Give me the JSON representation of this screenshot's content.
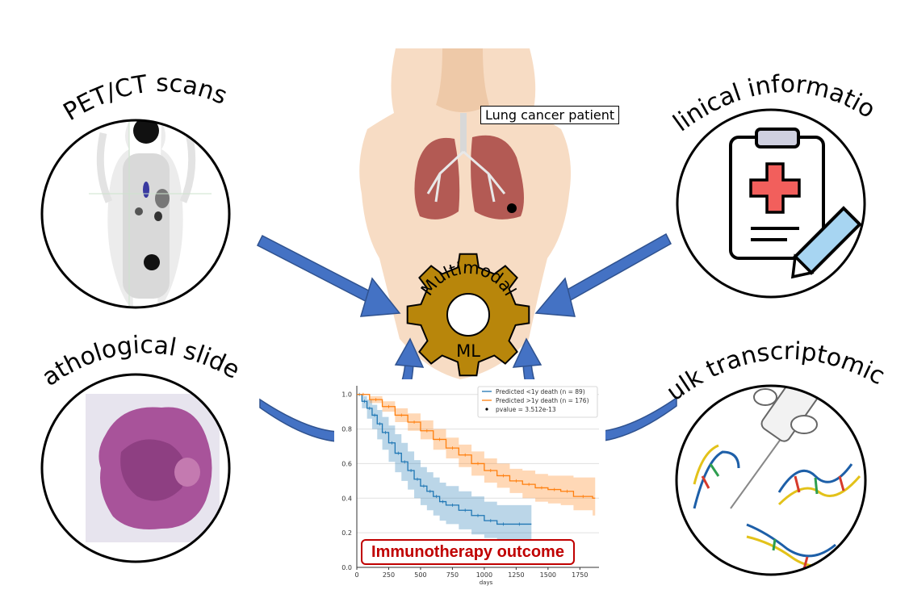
{
  "labels": {
    "pet": "PET/CT scans",
    "clinical": "Clinical information",
    "pathology": "Pathological slides",
    "bulk": "Bulk transcriptomics",
    "patient": "Lung cancer patient",
    "gear_top": "Multimodal",
    "gear_bottom": "ML",
    "outcome": "Immunotherapy outcome"
  },
  "colors": {
    "arrow": "#4472c4",
    "gear": "#b8860b",
    "outcome_border": "#c00000",
    "km_low": "#1f77b4",
    "km_high": "#ff7f0e"
  },
  "chart_data": {
    "type": "line",
    "xlabel": "days",
    "ylabel": "",
    "xlim": [
      0,
      1900
    ],
    "ylim": [
      0,
      1.05
    ],
    "x_ticks": [
      0,
      250,
      500,
      750,
      1000,
      1250,
      1500,
      1750
    ],
    "y_ticks": [
      "0.0",
      "0.2",
      "0.4",
      "0.6",
      "0.8",
      "1.0"
    ],
    "grid": true,
    "legend_position": "top-right",
    "legend": [
      "Predicted <1y death (n = 89)",
      "Predicted >1y death (n = 176)",
      "pvalue = 3.512e-13"
    ],
    "series": [
      {
        "name": "Predicted <1y death (n = 89)",
        "x": [
          0,
          40,
          80,
          120,
          160,
          200,
          250,
          300,
          350,
          400,
          450,
          500,
          550,
          600,
          650,
          700,
          800,
          900,
          1000,
          1100,
          1200,
          1350
        ],
        "y": [
          1.0,
          0.96,
          0.92,
          0.88,
          0.83,
          0.78,
          0.72,
          0.66,
          0.61,
          0.56,
          0.51,
          0.47,
          0.44,
          0.41,
          0.38,
          0.36,
          0.33,
          0.3,
          0.27,
          0.25,
          0.25,
          0.25
        ],
        "ci_low": [
          1.0,
          0.92,
          0.86,
          0.8,
          0.74,
          0.68,
          0.61,
          0.55,
          0.5,
          0.45,
          0.4,
          0.36,
          0.33,
          0.3,
          0.27,
          0.25,
          0.22,
          0.19,
          0.17,
          0.15,
          0.15,
          0.15
        ],
        "ci_high": [
          1.0,
          0.99,
          0.97,
          0.94,
          0.91,
          0.87,
          0.82,
          0.77,
          0.72,
          0.67,
          0.62,
          0.58,
          0.55,
          0.52,
          0.49,
          0.47,
          0.44,
          0.41,
          0.38,
          0.36,
          0.36,
          0.36
        ]
      },
      {
        "name": "Predicted >1y death (n = 176)",
        "x": [
          0,
          100,
          200,
          300,
          400,
          500,
          600,
          700,
          800,
          900,
          1000,
          1100,
          1200,
          1300,
          1400,
          1500,
          1600,
          1700,
          1850
        ],
        "y": [
          1.0,
          0.97,
          0.93,
          0.88,
          0.84,
          0.79,
          0.74,
          0.69,
          0.65,
          0.6,
          0.56,
          0.53,
          0.5,
          0.48,
          0.46,
          0.45,
          0.44,
          0.41,
          0.4
        ],
        "ci_low": [
          1.0,
          0.95,
          0.9,
          0.84,
          0.79,
          0.74,
          0.68,
          0.63,
          0.58,
          0.53,
          0.49,
          0.46,
          0.43,
          0.4,
          0.38,
          0.37,
          0.36,
          0.33,
          0.3
        ],
        "ci_high": [
          1.0,
          0.99,
          0.96,
          0.92,
          0.89,
          0.85,
          0.8,
          0.75,
          0.71,
          0.67,
          0.63,
          0.6,
          0.57,
          0.56,
          0.54,
          0.53,
          0.53,
          0.52,
          0.52
        ]
      }
    ]
  }
}
